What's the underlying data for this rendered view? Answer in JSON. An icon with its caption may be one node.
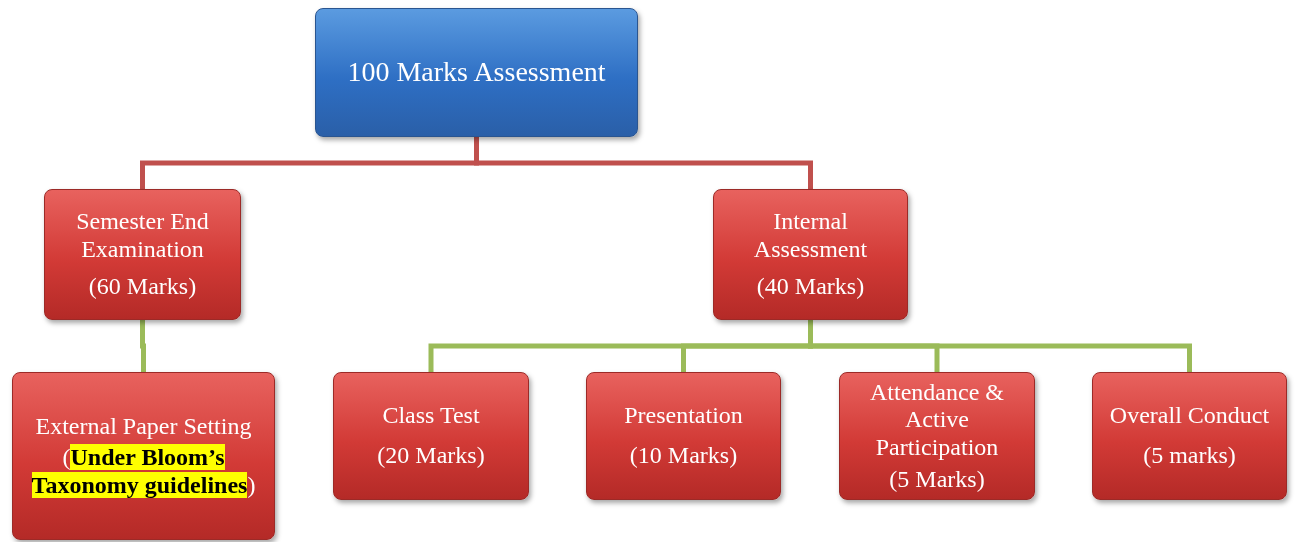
{
  "diagram": {
    "nodes": [
      {
        "text": [
          "100 Marks Assessment"
        ]
      },
      {
        "text": [
          "Semester End Examination",
          "(60 Marks)"
        ]
      },
      {
        "text": [
          "Internal Assessment",
          "(40 Marks)"
        ]
      },
      {
        "text": [
          "External Paper Setting",
          "(**Under Bloom’s Taxonomy guidelines**)"
        ]
      },
      {
        "text": [
          "Class Test",
          "(20 Marks)"
        ]
      },
      {
        "text": [
          "Presentation",
          "(10 Marks)"
        ]
      },
      {
        "text": [
          "Attendance & Active Participation",
          "(5 Marks)"
        ]
      },
      {
        "text": [
          "Overall Conduct",
          "(5 marks)"
        ]
      }
    ],
    "edges": [
      {
        "from": 0,
        "to": 1,
        "arrow": "none",
        "color": "#c0504d"
      },
      {
        "from": 0,
        "to": 2,
        "arrow": "none",
        "color": "#c0504d"
      },
      {
        "from": 1,
        "to": 3,
        "arrow": "none"
      },
      {
        "from": 2,
        "to": 4,
        "arrow": "none"
      },
      {
        "from": 2,
        "to": 5,
        "arrow": "none"
      },
      {
        "from": 2,
        "to": 6,
        "arrow": "none"
      },
      {
        "from": 2,
        "to": 7,
        "arrow": "none"
      }
    ]
  }
}
